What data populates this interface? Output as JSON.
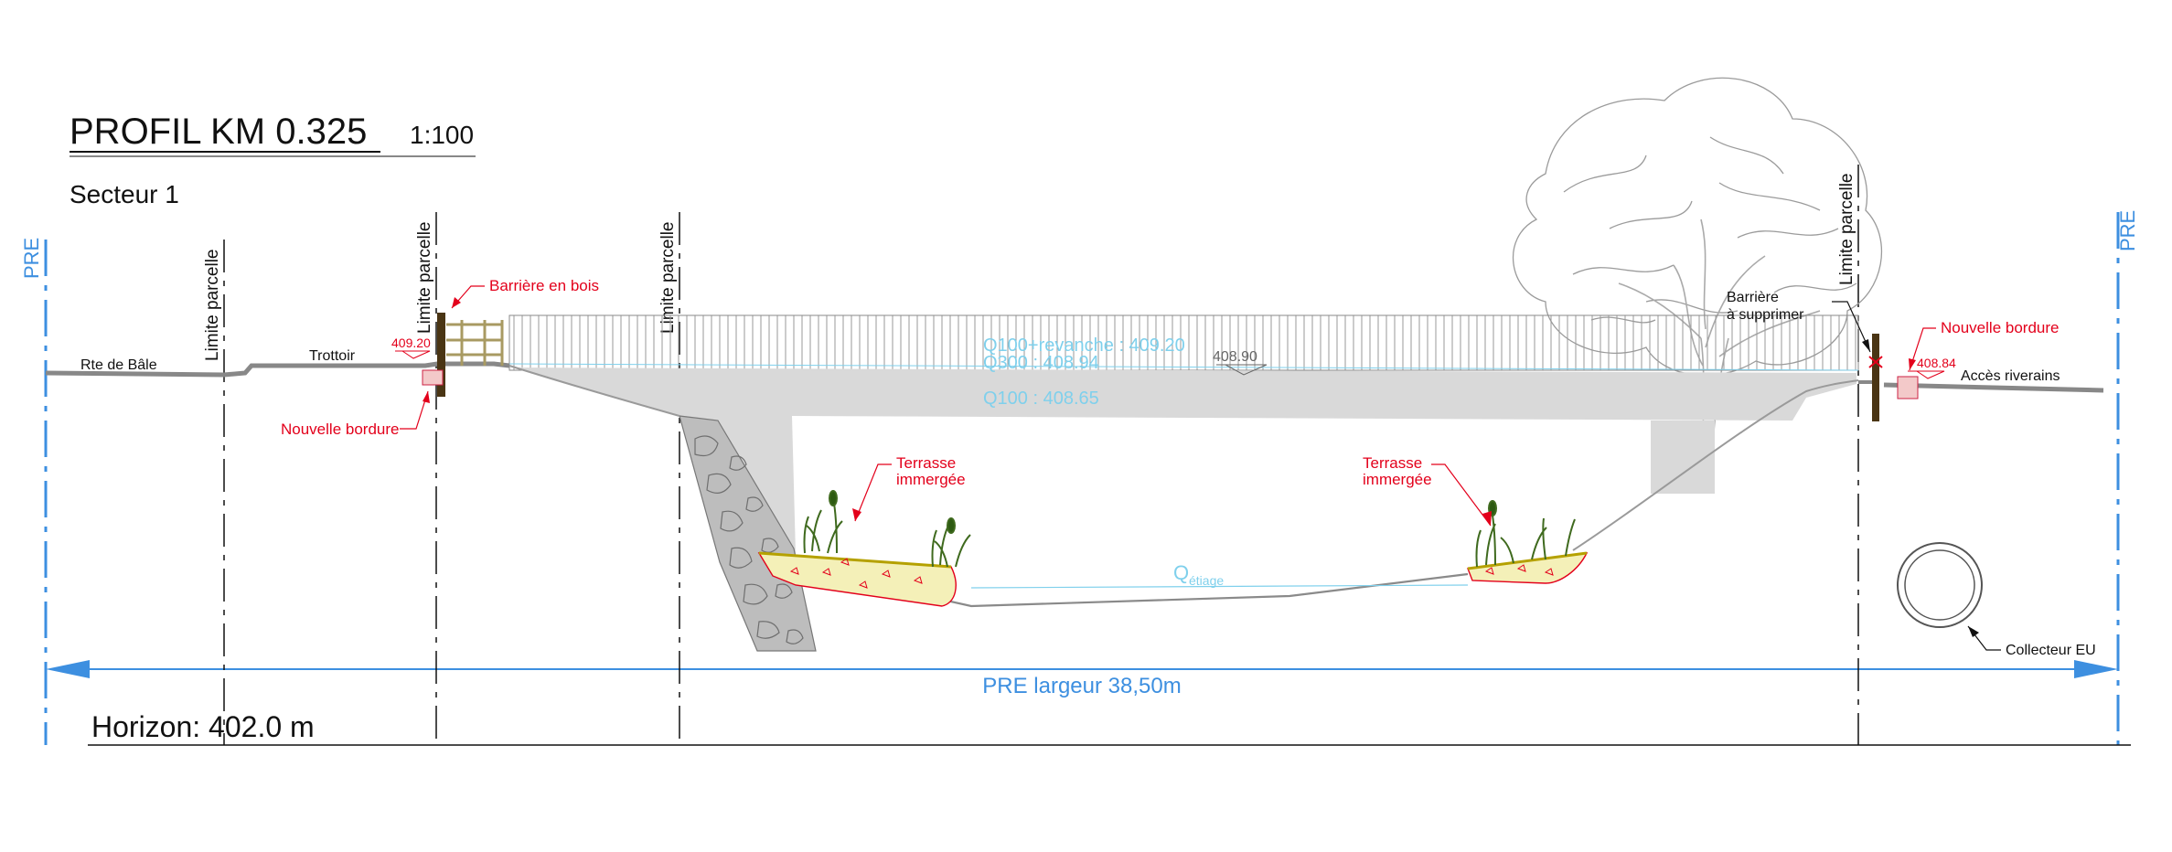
{
  "title": {
    "main": "PROFIL KM 0.325",
    "scale": "1:100",
    "sector": "Secteur 1"
  },
  "horizon": "Horizon: 402.0 m",
  "pre": {
    "left": "PRE",
    "right": "PRE",
    "width_label": "PRE largeur 38,50m"
  },
  "limits": {
    "label": "Limite parcelle"
  },
  "left_side": {
    "road": "Rte de Bâle",
    "sidewalk": "Trottoir",
    "elevation": "409.20",
    "barrier": "Barrière en bois",
    "curb": "Nouvelle bordure"
  },
  "right_side": {
    "barrier_line1": "Barrière",
    "barrier_line2": "à supprimer",
    "curb": "Nouvelle bordure",
    "elevation": "408.84",
    "access": "Accès riverains",
    "collector": "Collecteur EU"
  },
  "water_levels": {
    "q100_freeboard": "Q100+revanche : 409.20",
    "q300": "Q300 : 408.94",
    "q100": "Q100 : 408.65",
    "level_mark": "408.90",
    "low_water_q": "Q",
    "low_water_sub": "étiage"
  },
  "terraces": {
    "line1": "Terrasse",
    "line2": "immergée"
  },
  "colors": {
    "annotation_red": "#e3001b",
    "pre_blue": "#3d8fe0",
    "water_cyan": "#7fd0ec",
    "bridge_gray": "#d9d9d9",
    "terrace_yellow": "#f4f0b8"
  }
}
